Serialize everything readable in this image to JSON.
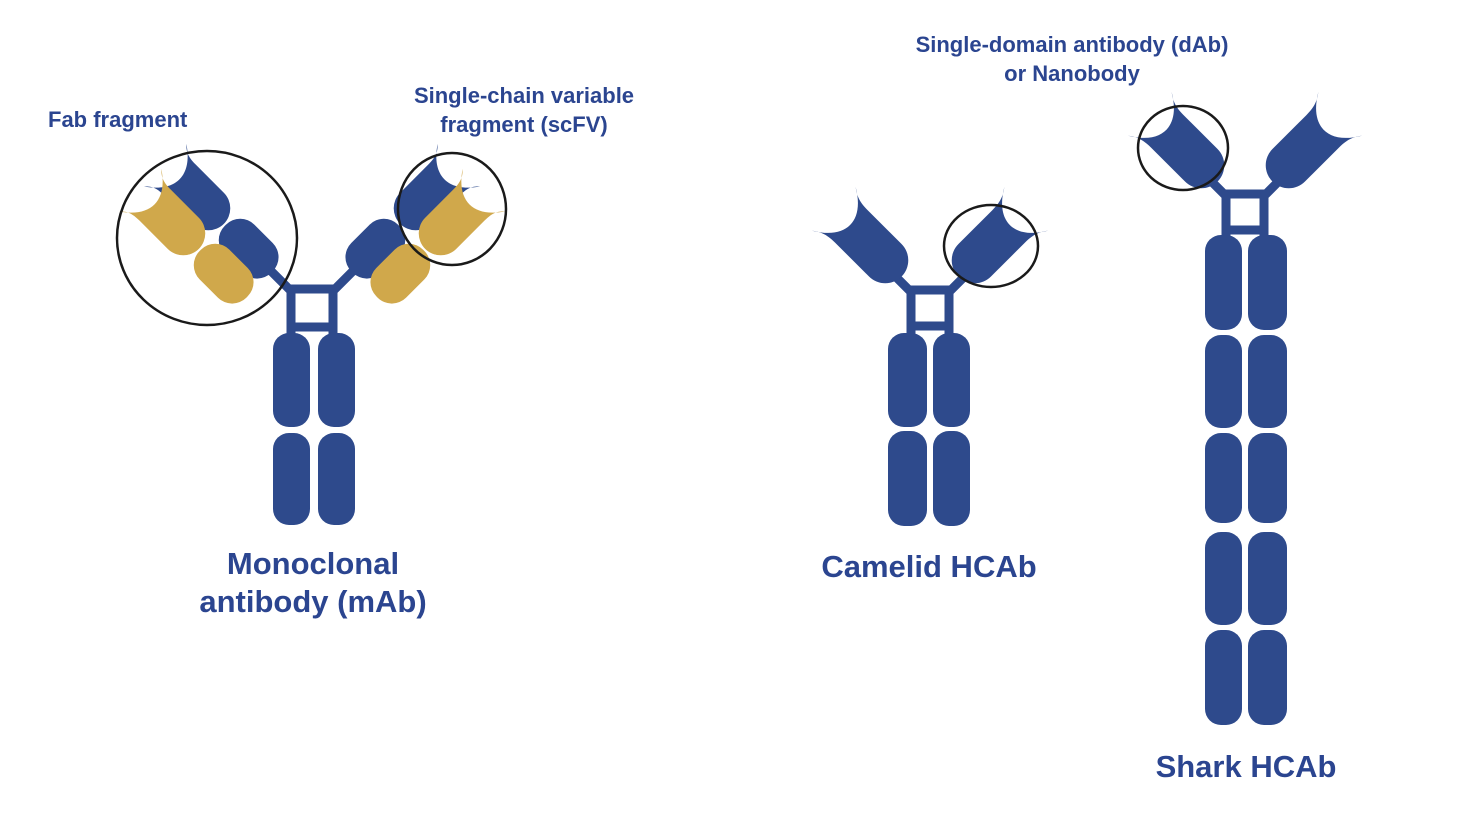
{
  "colors": {
    "blue": "#2e4a8c",
    "gold": "#d0a84b",
    "text": "#2b4590",
    "circle_outline": "#1a1a1a",
    "background": "#ffffff"
  },
  "annotations": {
    "fab": "Fab fragment",
    "scfv": {
      "line1": "Single-chain variable",
      "line2": "fragment (scFV)"
    },
    "dab": {
      "line1": "Single-domain antibody (dAb)",
      "line2": "or Nanobody"
    }
  },
  "structures": {
    "mab": {
      "name_line1": "Monoclonal",
      "name_line2": "antibody (mAb)"
    },
    "camelid": {
      "name": "Camelid HCAb"
    },
    "shark": {
      "name": "Shark HCAb"
    }
  }
}
